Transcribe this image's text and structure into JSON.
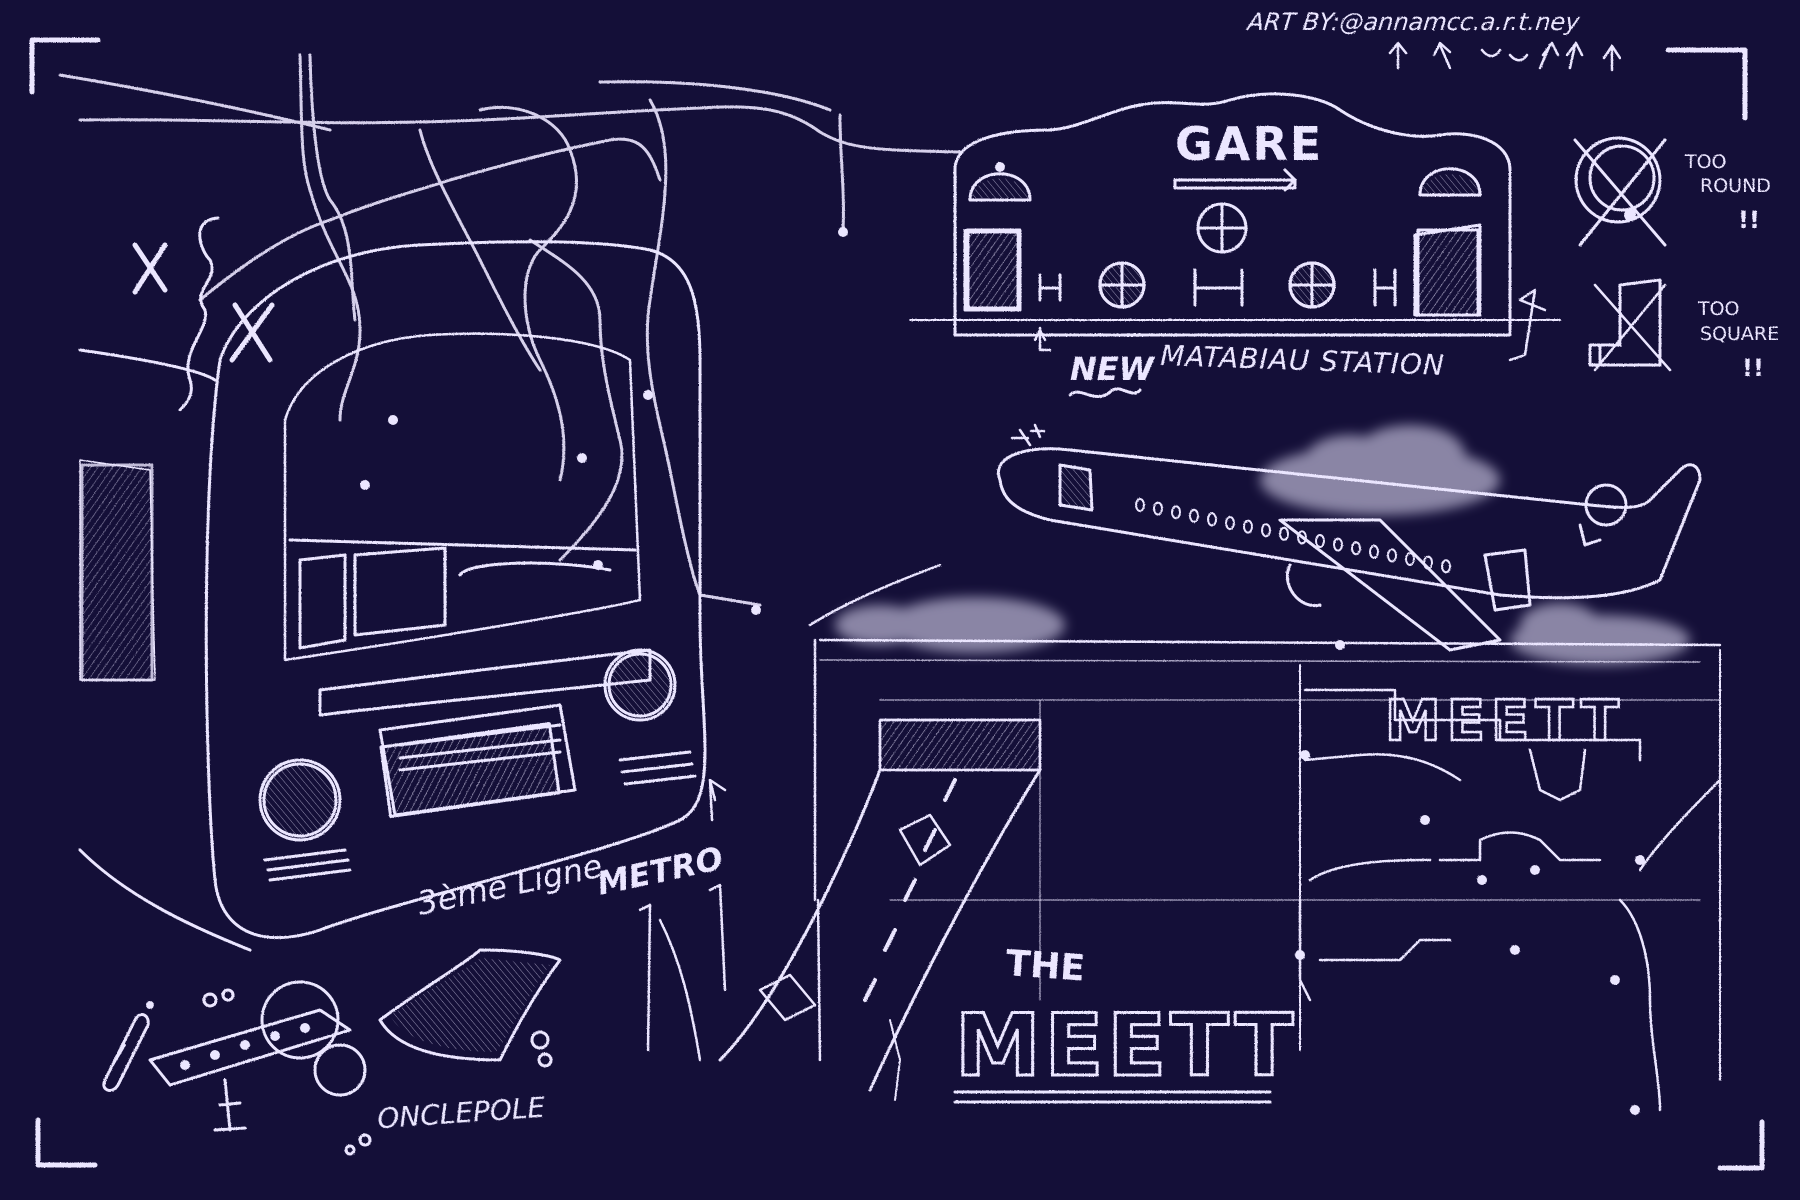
{
  "credit": "ART BY:@annamcc.a.r.t.ney",
  "gare": {
    "sign": "GARE",
    "caption_prefix": "NEW",
    "caption_rest": "MATABIAU STATION"
  },
  "notes": {
    "too_round": [
      "TOO",
      "ROUND"
    ],
    "too_round_marks": "!!",
    "too_square": [
      "TOO",
      "SQUARE"
    ],
    "too_square_marks": "!!"
  },
  "metro": {
    "line1": "3ème Ligne",
    "line2": "METRO"
  },
  "meett": {
    "the": "THE",
    "title": "MEETT",
    "sign": "MEETT"
  },
  "oncopole": "ONCLEPOLE",
  "colors": {
    "background": "#140f38",
    "chalk": "#ebe6ff"
  }
}
